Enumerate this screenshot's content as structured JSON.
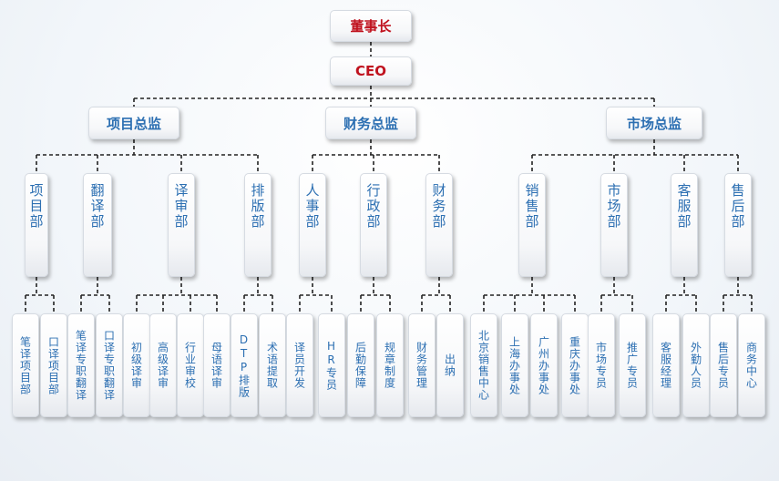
{
  "chart": {
    "title": "董事长",
    "ceo": "CEO"
  },
  "directors": [
    {
      "id": "proj",
      "label": "项目总监"
    },
    {
      "id": "fin",
      "label": "财务总监"
    },
    {
      "id": "mkt",
      "label": "市场总监"
    }
  ],
  "departments": [
    {
      "label": "项目部",
      "leaves": [
        "笔译项目部",
        "口译项目部"
      ]
    },
    {
      "label": "翻译部",
      "leaves": [
        "笔译专职翻译",
        "口译专职翻译"
      ]
    },
    {
      "label": "译审部",
      "leaves": [
        "初级译审",
        "高级译审",
        "行业审校",
        "母语译审"
      ]
    },
    {
      "label": "排版部",
      "leaves": [
        "DTP排版",
        "术语提取"
      ]
    },
    {
      "label": "人事部",
      "leaves": [
        "译员开发",
        "HR专员"
      ]
    },
    {
      "label": "行政部",
      "leaves": [
        "后勤保障",
        "规章制度"
      ]
    },
    {
      "label": "财务部",
      "leaves": [
        "财务管理",
        "出纳"
      ]
    },
    {
      "label": "销售部",
      "leaves": [
        "北京销售中心",
        "上海办事处",
        "广州办事处",
        "重庆办事处"
      ]
    },
    {
      "label": "市场部",
      "leaves": [
        "市场专员",
        "推广专员"
      ]
    },
    {
      "label": "客服部",
      "leaves": [
        "客服经理",
        "外勤人员"
      ]
    },
    {
      "label": "售后部",
      "leaves": [
        "售后专员",
        "商务中心"
      ]
    }
  ]
}
